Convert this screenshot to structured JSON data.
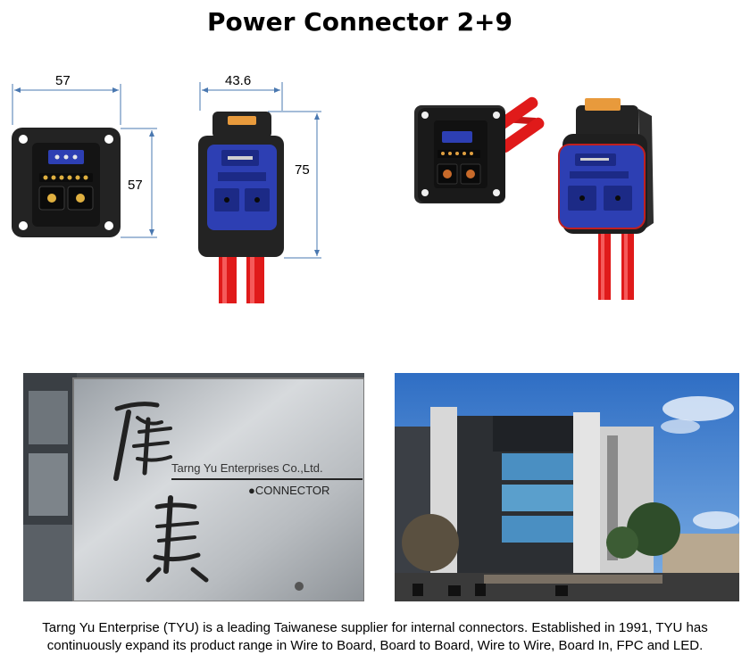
{
  "title": "Power Connector 2+9",
  "dimensions": {
    "front_width": "57",
    "front_height": "57",
    "side_width": "43.6",
    "side_height": "75"
  },
  "sign": {
    "company_name": "Tarng Yu Enterprises Co.,Ltd.",
    "connector_label": "●CONNECTOR"
  },
  "caption": {
    "line1": "Tarng Yu Enterprise (TYU) is a leading Taiwanese supplier for internal connectors. Established in 1991, TYU has",
    "line2": "continuously expand its product range in Wire to Board, Board to Board, Wire to Wire, Board In, FPC and LED."
  },
  "colors": {
    "dimension_line": "#4a78b0",
    "connector_body": "#232323",
    "connector_insert": "#2d3fb3",
    "cable": "#e01a1a",
    "contact_gold": "#e0b040",
    "latch_orange": "#e89a3c",
    "sky": "#3a78c8"
  }
}
